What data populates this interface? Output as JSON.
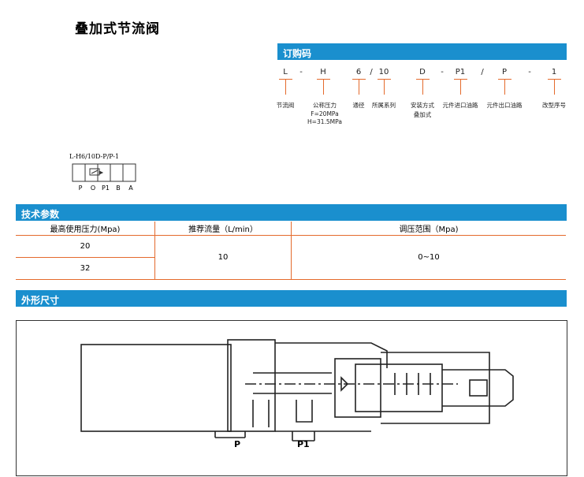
{
  "title": "叠加式节流阀",
  "order_code": {
    "heading": "订购码",
    "items": [
      {
        "code": "L",
        "sep": "-",
        "label": "节流阀"
      },
      {
        "code": "H",
        "sep": "",
        "label": "公称压力",
        "notes": [
          "F=20MPa",
          "H=31.5MPa"
        ]
      },
      {
        "code": "6",
        "sep": "/",
        "label": "通径"
      },
      {
        "code": "10",
        "sep": "",
        "label": "所属系列"
      },
      {
        "code": "D",
        "sep": "-",
        "label": "安装方式",
        "notes": [
          "叠加式"
        ]
      },
      {
        "code": "P1",
        "sep": "/",
        "label": "元件进口油路"
      },
      {
        "code": "P",
        "sep": "-",
        "label": "元件出口油路"
      },
      {
        "code": "1",
        "sep": "",
        "label": "改型序号"
      }
    ]
  },
  "symbol": {
    "model": "L-H6/10D-P/P-1",
    "ports": [
      "P",
      "O",
      "P1",
      "B",
      "A"
    ]
  },
  "tech_params": {
    "heading": "技术参数",
    "headers": [
      "最高使用压力(Mpa)",
      "推荐流量（L/min）",
      "调压范围（Mpa)"
    ],
    "pressures": [
      "20",
      "32"
    ],
    "flow": "10",
    "range": "0~10"
  },
  "dimensions": {
    "heading": "外形尺寸",
    "port_labels": [
      "P",
      "P1"
    ]
  },
  "colors": {
    "accent": "#1a8fce",
    "rule": "#e46a2c"
  }
}
